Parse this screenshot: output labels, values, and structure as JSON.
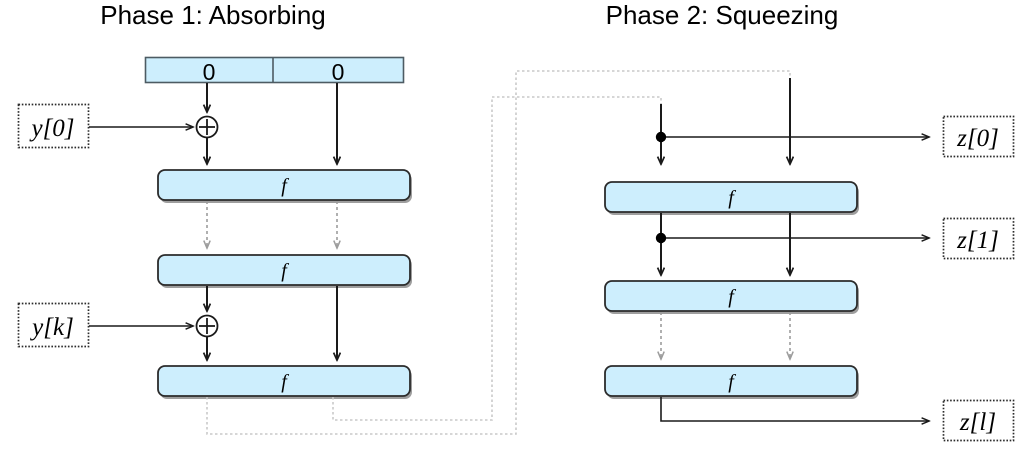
{
  "diagram": {
    "kind": "sponge-construction",
    "colors": {
      "block_fill": "#cdeefd",
      "block_stroke": "#2b2b2b",
      "wire": "#1a1a1a",
      "feedback_wire": "#c9c9c9",
      "dashed_wire": "#9c9c9c",
      "io_box_fill": "#ffffff"
    },
    "phases": [
      {
        "id": "phase-1",
        "title": "Phase 1: Absorbing",
        "state_bar": {
          "cells": [
            {
              "label": "0"
            },
            {
              "label": "0"
            }
          ]
        },
        "permutations": [
          {
            "label": "f"
          },
          {
            "label": "f"
          },
          {
            "label": "f"
          }
        ],
        "inputs": [
          {
            "label": "y[0]"
          },
          {
            "label": "y[k]"
          }
        ],
        "xor_icons": [
          {
            "name": "xor-plus"
          },
          {
            "name": "xor-plus"
          }
        ]
      },
      {
        "id": "phase-2",
        "title": "Phase 2: Squeezing",
        "permutations": [
          {
            "label": "f"
          },
          {
            "label": "f"
          },
          {
            "label": "f"
          }
        ],
        "outputs": [
          {
            "label": "z[0]"
          },
          {
            "label": "z[1]"
          },
          {
            "label": "z[l]"
          }
        ],
        "junctions": [
          {
            "name": "tap-dot"
          },
          {
            "name": "tap-dot"
          }
        ]
      }
    ]
  }
}
